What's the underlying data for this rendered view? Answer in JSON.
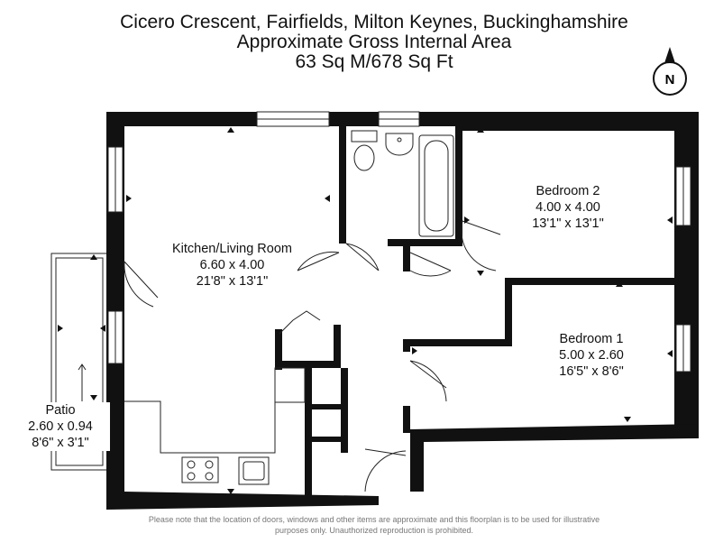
{
  "header": {
    "address": "Cicero Crescent, Fairfields, Milton Keynes, Buckinghamshire",
    "area_label": "Approximate Gross Internal Area",
    "area_value": "63 Sq M/678 Sq Ft"
  },
  "compass": {
    "letter": "N"
  },
  "rooms": {
    "kitchen": {
      "name": "Kitchen/Living Room",
      "metric": "6.60 x 4.00",
      "imperial": "21'8\" x 13'1\""
    },
    "bedroom2": {
      "name": "Bedroom 2",
      "metric": "4.00 x 4.00",
      "imperial": "13'1\" x 13'1\""
    },
    "bedroom1": {
      "name": "Bedroom 1",
      "metric": "5.00 x 2.60",
      "imperial": "16'5\" x 8'6\""
    },
    "patio": {
      "name": "Patio",
      "metric": "2.60 x 0.94",
      "imperial": "8'6\" x 3'1\""
    }
  },
  "disclaimer": {
    "line1": "Please note that the location of doors, windows and other items are approximate and this floorplan is to be used for illustrative",
    "line2": "purposes only. Unauthorized reproduction is prohibited."
  },
  "colors": {
    "wall": "#111111",
    "line": "#222222",
    "text": "#111111",
    "disclaimer": "#777777"
  }
}
